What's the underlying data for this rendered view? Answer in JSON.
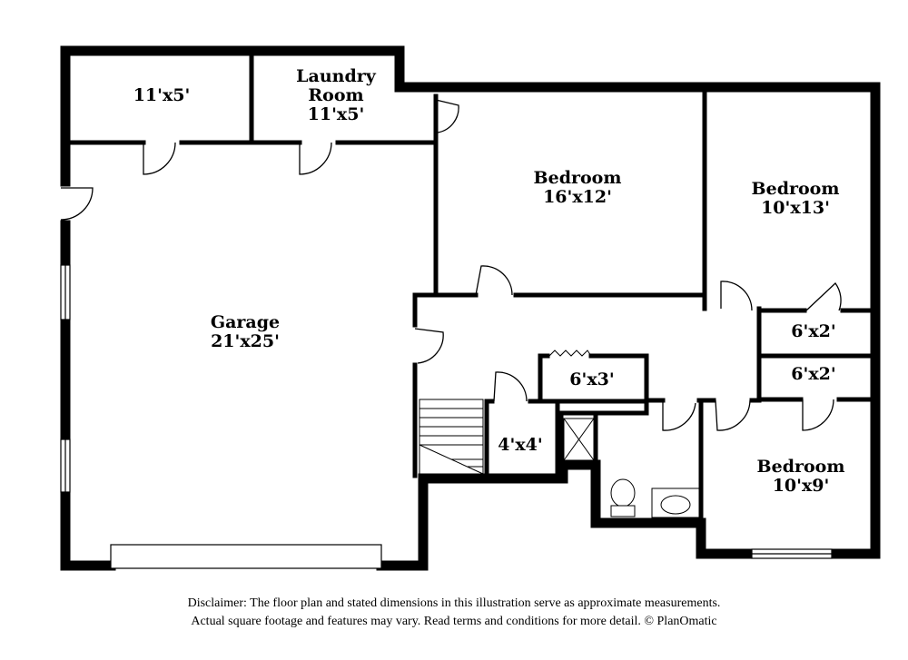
{
  "rooms": {
    "storage": {
      "dims": "11'x5'"
    },
    "laundry": {
      "name_line1": "Laundry",
      "name_line2": "Room",
      "dims": "11'x5'"
    },
    "garage": {
      "name": "Garage",
      "dims": "21'x25'"
    },
    "bedroom_1": {
      "name": "Bedroom",
      "dims": "16'x12'"
    },
    "bedroom_2": {
      "name": "Bedroom",
      "dims": "10'x13'"
    },
    "closet_1": {
      "dims": "6'x2'"
    },
    "closet_2": {
      "dims": "6'x2'"
    },
    "closet_3": {
      "dims": "6'x3'"
    },
    "closet_4": {
      "dims": "4'x4'"
    },
    "bedroom_3": {
      "name": "Bedroom",
      "dims": "10'x9'"
    }
  },
  "disclaimer": {
    "line1": "Disclaimer: The floor plan and stated dimensions in this illustration serve as approximate measurements.",
    "line2": "Actual square footage and features may vary. Read terms and conditions for more detail. © PlanOmatic"
  }
}
